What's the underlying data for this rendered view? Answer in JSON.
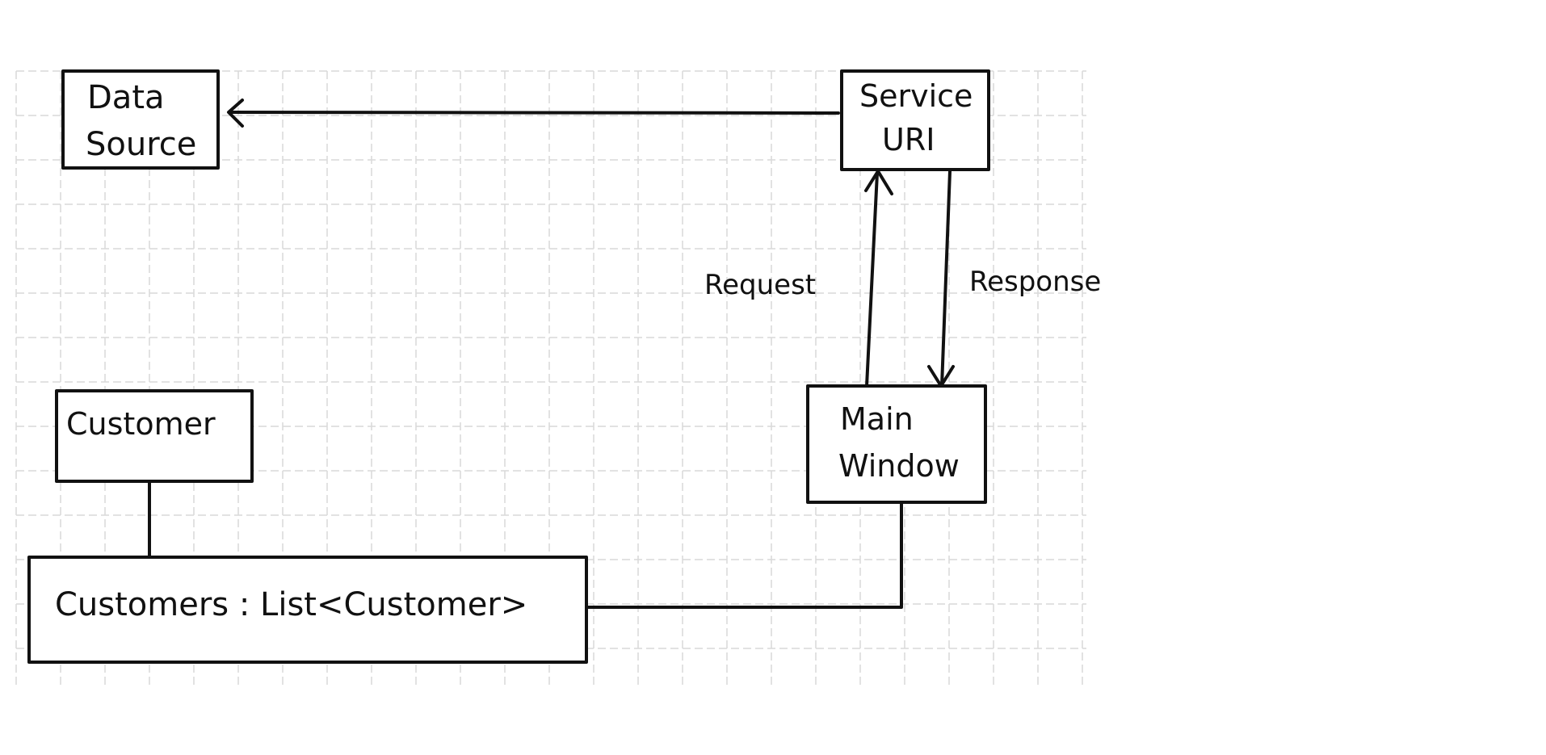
{
  "nodes": {
    "data_source": {
      "line1": "Data",
      "line2": "Source"
    },
    "service_uri": {
      "line1": "Service",
      "line2": "URI"
    },
    "customer": {
      "label": "Customer"
    },
    "main_window": {
      "line1": "Main",
      "line2": "Window"
    },
    "customers_list": {
      "label": "Customers : List<Customer>"
    }
  },
  "edges": {
    "request": {
      "label": "Request"
    },
    "response": {
      "label": "Response"
    }
  },
  "colors": {
    "ink": "#111111",
    "paper": "#ffffff",
    "grid": "#d9d9d9"
  }
}
